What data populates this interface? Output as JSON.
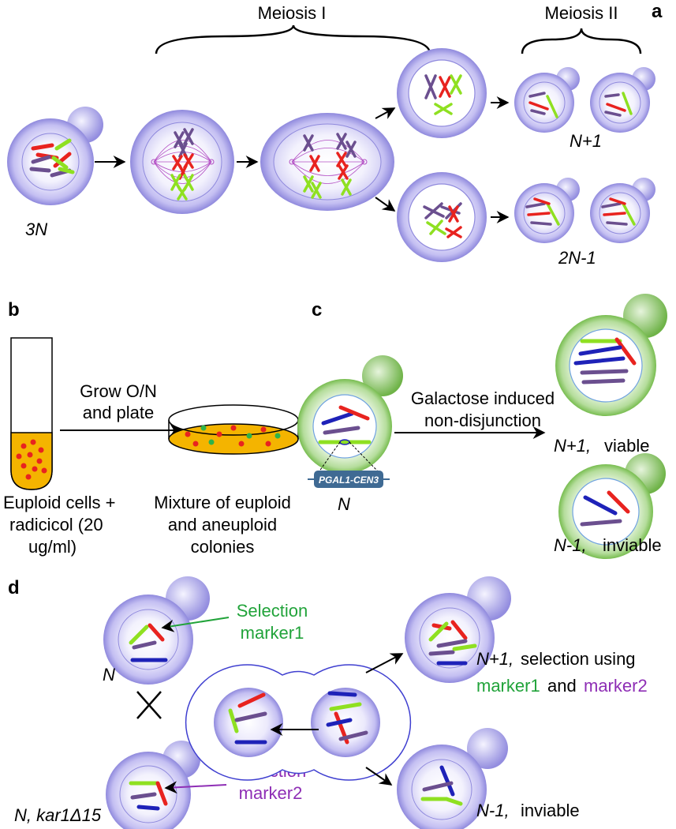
{
  "panel_a": {
    "letter": "a",
    "meiosis1": "Meiosis I",
    "meiosis2": "Meiosis II",
    "ploidy_start": "3N",
    "result_top": "N+1",
    "result_bottom": "2N-1"
  },
  "panel_b": {
    "letter": "b",
    "arrow_label_1": "Grow O/N",
    "arrow_label_2": "and plate",
    "tube_caption_1": "Euploid cells +",
    "tube_caption_2": "radicicol (20",
    "tube_caption_3": "ug/ml)",
    "dish_caption_1": "Mixture of euploid",
    "dish_caption_2": "and aneuploid",
    "dish_caption_3": "colonies"
  },
  "panel_c": {
    "letter": "c",
    "arrow_label_1": "Galactose induced",
    "arrow_label_2": "non-disjunction",
    "construct": "PGAL1-CEN3",
    "cell_label": "N",
    "top_ploidy": "N+1,",
    "top_status": "viable",
    "bottom_ploidy": "N-1,",
    "bottom_status": "inviable"
  },
  "panel_d": {
    "letter": "d",
    "top_cell": "N",
    "bottom_cell": "N, kar1Δ15",
    "marker1_line1": "Selection",
    "marker1_line2": "marker1",
    "marker2_line1": "Selection",
    "marker2_line2": "marker2",
    "result_top_ploidy": "N+1,",
    "result_top_line1": "selection using",
    "result_top_m1": "marker1",
    "result_top_and": "and",
    "result_top_m2": "marker2",
    "result_bottom_ploidy": "N-1,",
    "result_bottom_status": "inviable"
  },
  "colors": {
    "purple_cell": "#b9b3ef",
    "green_cell": "#8fca6e",
    "chr_red": "#e8231f",
    "chr_purple": "#6b4f8f",
    "chr_green": "#8fe021",
    "chr_blue": "#1e22b8",
    "marker1_text": "#21a33a",
    "marker2_text": "#8e2eb5",
    "media": "#f4b400",
    "construct_box": "#3f6a93"
  }
}
